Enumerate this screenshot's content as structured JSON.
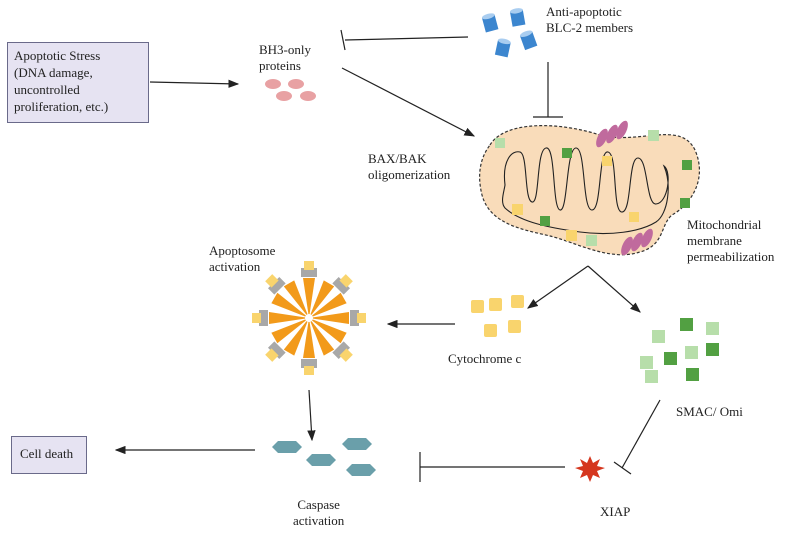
{
  "labels": {
    "stress": "Apoptotic Stress\n(DNA damage,\nuncontrolled\nproliferation, etc.)",
    "bh3": "BH3-only\nproteins",
    "anti": "Anti-apoptotic\nBLC-2 members",
    "baxbak": "BAX/BAK\noligomerization",
    "mito": "Mitochondrial\nmembrane\npermeabilization",
    "apoptosome": "Apoptosome\nactivation",
    "cytc": "Cytochrome c",
    "smac": "SMAC/ Omi",
    "celldeath": "Cell death",
    "caspase": "Caspase\nactivation",
    "xiap": "XIAP"
  },
  "colors": {
    "box_fill": "#e6e3f2",
    "bh3_protein": "#e8a1a3",
    "bcl2_cylinder": "#3c86cf",
    "mito_fill": "#f9dcba",
    "yellow_square": "#f9d46d",
    "green_dark": "#52a042",
    "green_light": "#b7deaa",
    "membrane_channel": "#c06a9d",
    "apoptosome_orange": "#f29a1a",
    "apoptosome_gray": "#a8a8a8",
    "caspase_hex": "#6a9faa",
    "xiap_burst": "#d5361e"
  }
}
